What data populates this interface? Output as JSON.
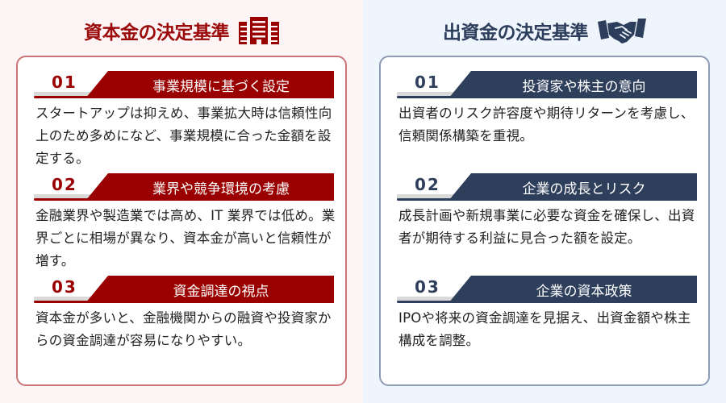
{
  "left": {
    "title": "資本金の決定基準",
    "icon": "building-icon",
    "accent_color": "#9b0000",
    "background_color": "#fdf4f5",
    "sections": [
      {
        "number": "01",
        "heading": "事業規模に基づく設定",
        "body": "スタートアップは抑えめ、事業拡大時は信頼性向上のため多めになど、事業規模に合った金額を設定する。"
      },
      {
        "number": "02",
        "heading": "業界や競争環境の考慮",
        "body": "金融業界や製造業では高め、IT 業界では低め。業界ごとに相場が異なり、資本金が高いと信頼性が増す。"
      },
      {
        "number": "03",
        "heading": "資金調達の視点",
        "body": "資本金が多いと、金融機関からの融資や投資家からの資金調達が容易になりやすい。"
      }
    ]
  },
  "right": {
    "title": "出資金の決定基準",
    "icon": "handshake-icon",
    "accent_color": "#2e3f5c",
    "background_color": "#eff5fd",
    "sections": [
      {
        "number": "01",
        "heading": "投資家や株主の意向",
        "body": "出資者のリスク許容度や期待リターンを考慮し、信頼関係構築を重視。"
      },
      {
        "number": "02",
        "heading": "企業の成長とリスク",
        "body": "成長計画や新規事業に必要な資金を確保し、出資者が期待する利益に見合った額を設定。"
      },
      {
        "number": "03",
        "heading": "企業の資本政策",
        "body": "IPOや将来の資金調達を見据え、出資金額や株主構成を調整。"
      }
    ]
  }
}
